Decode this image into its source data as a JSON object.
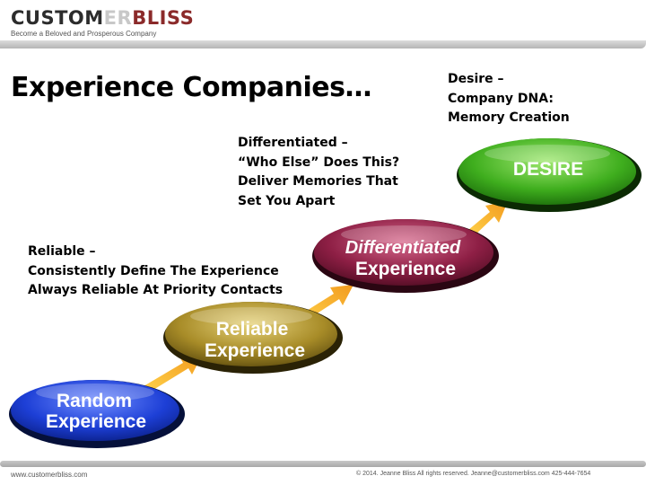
{
  "logo": {
    "part1": "CUSTOM",
    "part2": "ER",
    "part3": "BLISS",
    "tagline": "Become a Beloved and Prosperous Company"
  },
  "title": "Experience Companies…",
  "notes": {
    "reliable": [
      "Reliable –",
      "Consistently Define The Experience",
      "Always Reliable  At Priority Contacts"
    ],
    "differentiated": [
      "Differentiated –",
      "“Who Else” Does This?",
      "Deliver Memories That",
      "Set You Apart"
    ],
    "desire": [
      "Desire –",
      "Company DNA:",
      "Memory Creation"
    ]
  },
  "stages": [
    {
      "line1": "Random",
      "line2": "Experience",
      "color": "#1d3fd6"
    },
    {
      "line1": "Reliable",
      "line2": "Experience",
      "color": "#a88c28"
    },
    {
      "line1": "Differentiated",
      "line2": "Experience",
      "color": "#8e1f45"
    },
    {
      "line1": "DESIRE",
      "line2": "",
      "color": "#3fae1e"
    }
  ],
  "footer": {
    "left": "www.customerbliss.com",
    "right": "© 2014. Jeanne Bliss All rights reserved. Jeanne@customerbliss.com  425-444-7654"
  }
}
